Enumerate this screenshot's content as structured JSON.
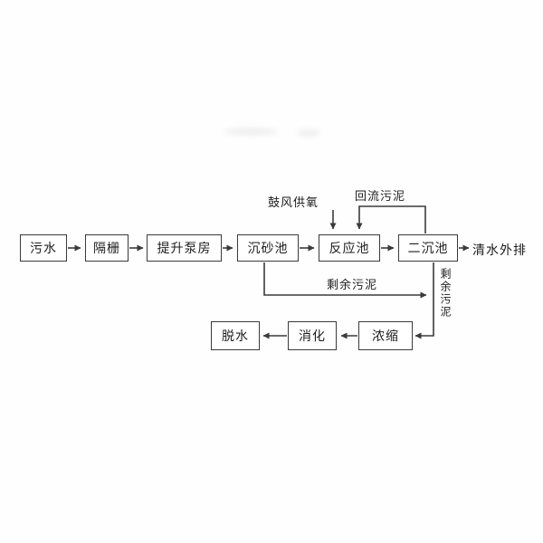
{
  "diagram": {
    "nodes": [
      {
        "id": "sewage",
        "label": "污水"
      },
      {
        "id": "bar-screen",
        "label": "隔栅"
      },
      {
        "id": "lift-pump-house",
        "label": "提升泵房"
      },
      {
        "id": "grit-chamber",
        "label": "沉砂池"
      },
      {
        "id": "reaction-tank",
        "label": "反应池"
      },
      {
        "id": "secondary-clarifier",
        "label": "二沉池"
      },
      {
        "id": "thickening",
        "label": "浓缩"
      },
      {
        "id": "digestion",
        "label": "消化"
      },
      {
        "id": "dewatering",
        "label": "脱水"
      }
    ],
    "labels": {
      "blower_oxygen": "鼓风供氧",
      "return_sludge": "回流污泥",
      "excess_sludge_h": "剩余污泥",
      "excess_sludge_v": "剩余污泥",
      "effluent": "清水外排"
    },
    "colors": {
      "line": "#3a3a3a",
      "text": "#1d1d1d",
      "box_border": "#3a3a3a",
      "background": "#fefefe"
    }
  }
}
